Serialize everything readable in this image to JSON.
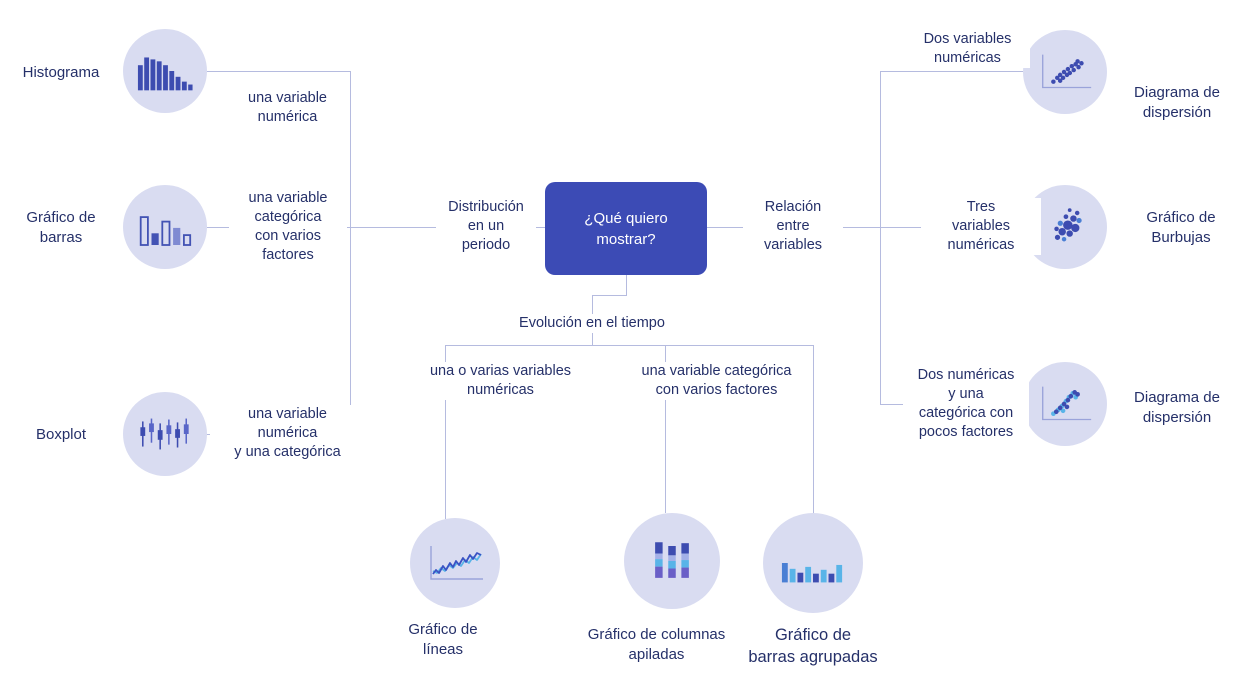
{
  "diagram": {
    "center_label": "¿Qué quiero\nmostrar?",
    "branches": {
      "left": "Distribución\nen un\nperiodo",
      "right": "Relación\nentre\nvariables",
      "bottom": "Evolución en el tiempo"
    },
    "left_items": [
      {
        "name": "Histograma",
        "condition": "una variable\nnumérica",
        "icon": "histogram-icon"
      },
      {
        "name": "Gráfico de\nbarras",
        "condition": "una variable\ncategórica\ncon varios\nfactores",
        "icon": "bar-chart-icon"
      },
      {
        "name": "Boxplot",
        "condition": "una variable\nnumérica\ny una categórica",
        "icon": "boxplot-icon"
      }
    ],
    "right_items": [
      {
        "condition": "Dos variables\nnuméricas",
        "name": "Diagrama de\ndispersión",
        "icon": "scatter-plot-icon"
      },
      {
        "condition": "Tres\nvariables\nnuméricas",
        "name": "Gráfico de\nBurbujas",
        "icon": "bubble-chart-icon"
      },
      {
        "condition": "Dos numéricas\ny una\ncategórica con\npocos factores",
        "name": "Diagrama de\ndispersión",
        "icon": "scatter-two-color-icon"
      }
    ],
    "bottom_items": [
      {
        "condition": "una o varias variables\nnuméricas",
        "name": "Gráfico de\nlíneas",
        "icon": "line-chart-icon"
      },
      {
        "condition": "una variable categórica\ncon varios factores",
        "name": "Gráfico de columnas\napiladas",
        "icon": "stacked-columns-icon"
      },
      {
        "name": "Gráfico de\nbarras agrupadas",
        "icon": "grouped-bars-icon"
      }
    ],
    "colors": {
      "accent": "#3c4bb5",
      "node_circle": "#d9dcf1",
      "connector": "#b5bbdf",
      "text": "#253069",
      "icon_dark": "#3d4cb0",
      "icon_light_blue": "#59b4e8",
      "icon_purple": "#6a5fc7"
    }
  }
}
